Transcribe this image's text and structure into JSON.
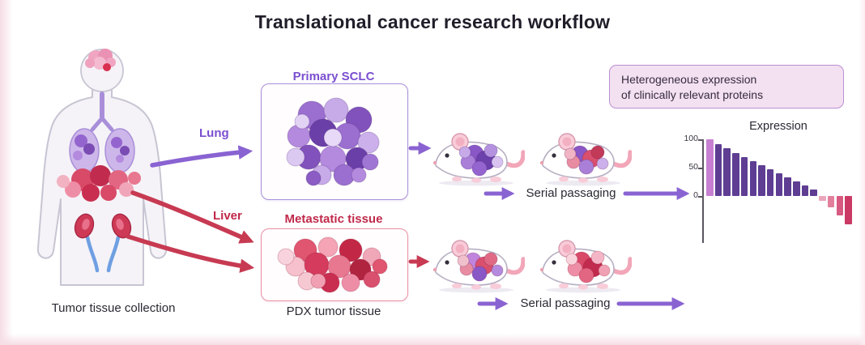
{
  "title": "Translational cancer research workflow",
  "human": {
    "caption": "Tumor tissue collection"
  },
  "labels": {
    "lung": "Lung",
    "liver": "Liver"
  },
  "primary_box": {
    "label": "Primary SCLC"
  },
  "metastatic_box": {
    "label": "Metastatic tissue",
    "caption": "PDX tumor tissue"
  },
  "passaging": {
    "top": "Serial passaging",
    "bottom": "Serial passaging"
  },
  "info_box": {
    "line1": "Heterogeneous expression",
    "line2": "of clinically relevant proteins"
  },
  "colors": {
    "purple_accent": "#8a63d2",
    "red_accent": "#c73a52",
    "dark_purple_bar": "#5e3d93"
  },
  "chart_data": {
    "type": "bar",
    "title": "Expression",
    "xlabel": "",
    "ylabel": "",
    "yticks": [
      100,
      50,
      0
    ],
    "ylim": [
      100,
      -60
    ],
    "grid": false,
    "legend": false,
    "values": [
      100,
      92,
      84,
      76,
      68,
      61,
      54,
      47,
      40,
      33,
      26,
      19,
      12,
      -8,
      -20,
      -34,
      -50
    ],
    "bar_colors": [
      "#c77fd2",
      "#5e3d93",
      "#5e3d93",
      "#5e3d93",
      "#5e3d93",
      "#5e3d93",
      "#5e3d93",
      "#5e3d93",
      "#5e3d93",
      "#5e3d93",
      "#5e3d93",
      "#5e3d93",
      "#5e3d93",
      "#eaa6ba",
      "#e2809c",
      "#d75a80",
      "#cb3a64"
    ]
  }
}
